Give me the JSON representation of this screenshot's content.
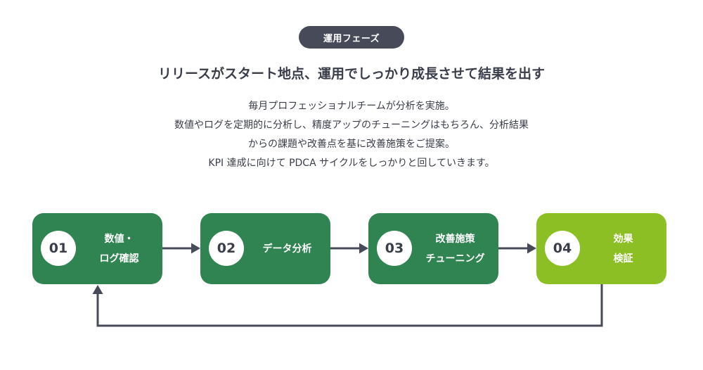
{
  "badge": "運用フェーズ",
  "headline": "リリースがスタート地点、運用でしっかり成長させて結果を出す",
  "description": [
    "毎月プロフェッショナルチームが分析を実施。",
    "数値やログを定期的に分析し、精度アップのチューニングはもちろん、分析結果",
    "からの課題や改善点を基に改善施策をご提案。",
    "KPI 達成に向けて PDCA サイクルをしっかりと回していきます。"
  ],
  "steps": [
    {
      "number": "01",
      "label_lines": [
        "数値・",
        "ログ確認"
      ]
    },
    {
      "number": "02",
      "label_lines": [
        "データ分析"
      ]
    },
    {
      "number": "03",
      "label_lines": [
        "改善施策",
        "チューニング"
      ]
    },
    {
      "number": "04",
      "label_lines": [
        "効果",
        "検証"
      ]
    }
  ],
  "colors": {
    "step": "#2f8452",
    "step_highlight": "#8bbf24",
    "badge": "#474a59",
    "connector": "#474a59",
    "text": "#3a3d4a"
  }
}
